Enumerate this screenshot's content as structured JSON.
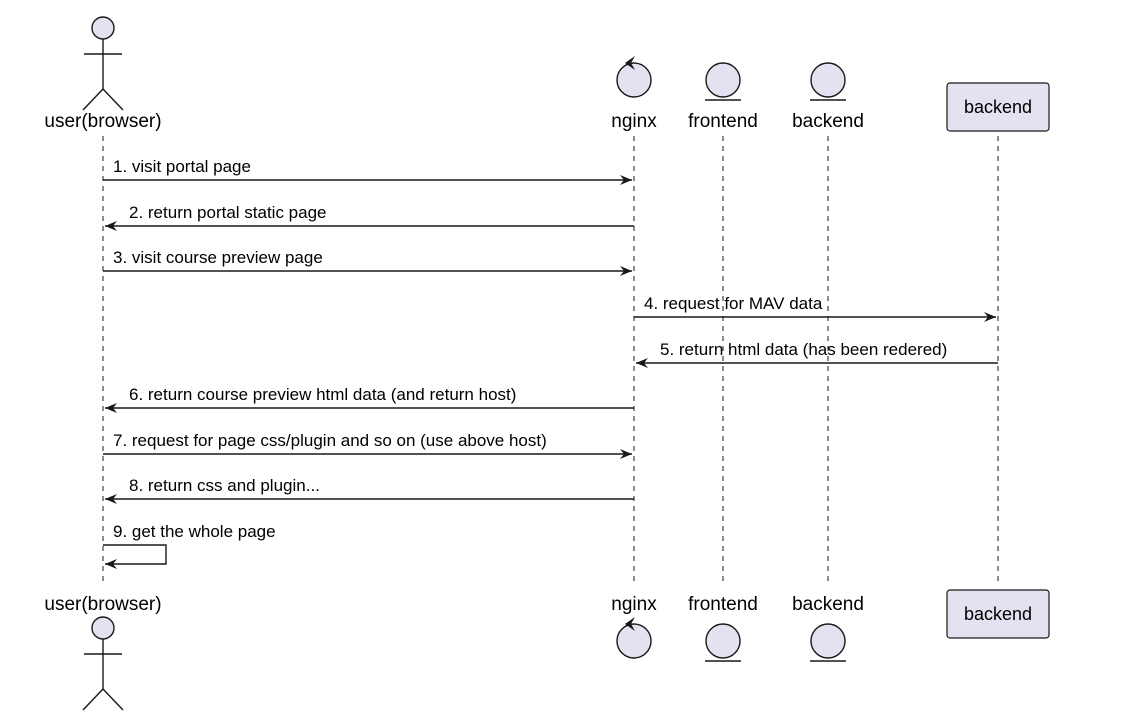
{
  "colors": {
    "participant_fill": "#E2E2F0",
    "participant_stroke": "#181818",
    "lifeline": "#181818",
    "arrow": "#181818"
  },
  "participants": [
    {
      "id": "user",
      "label": "user(browser)",
      "shape": "actor",
      "icon": "actor-icon"
    },
    {
      "id": "nginx",
      "label": "nginx",
      "shape": "control",
      "icon": "control-icon"
    },
    {
      "id": "frontend",
      "label": "frontend",
      "shape": "entity",
      "icon": "entity-icon"
    },
    {
      "id": "backend_entity",
      "label": "backend",
      "shape": "entity",
      "icon": "entity-icon"
    },
    {
      "id": "backend",
      "label": "backend",
      "shape": "participant",
      "icon": "participant-box"
    }
  ],
  "messages": [
    {
      "num": 1,
      "from": "user",
      "to": "nginx",
      "text": "1. visit portal page"
    },
    {
      "num": 2,
      "from": "nginx",
      "to": "user",
      "text": "2. return portal static page"
    },
    {
      "num": 3,
      "from": "user",
      "to": "nginx",
      "text": "3. visit course preview page"
    },
    {
      "num": 4,
      "from": "nginx",
      "to": "backend",
      "text": "4. request for MAV data"
    },
    {
      "num": 5,
      "from": "backend",
      "to": "nginx",
      "text": "5. return html data (has been redered)"
    },
    {
      "num": 6,
      "from": "nginx",
      "to": "user",
      "text": "6. return course preview html data (and return host)"
    },
    {
      "num": 7,
      "from": "user",
      "to": "nginx",
      "text": "7. request for page css/plugin and so on (use above host)"
    },
    {
      "num": 8,
      "from": "nginx",
      "to": "user",
      "text": "8. return css and plugin..."
    },
    {
      "num": 9,
      "from": "user",
      "to": "user",
      "text": "9. get the whole page"
    }
  ]
}
